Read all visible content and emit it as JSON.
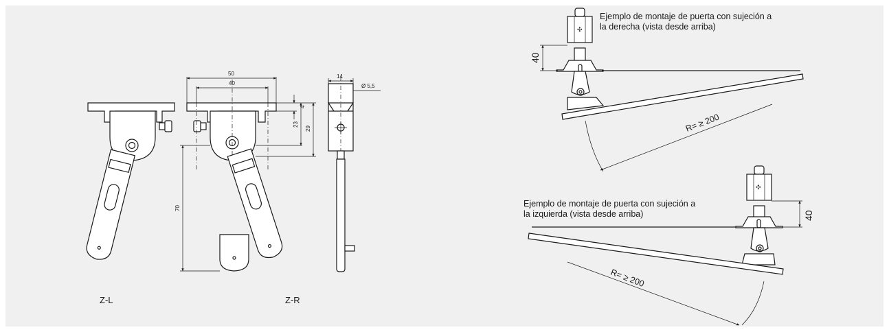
{
  "dimensions": {
    "d50": "50",
    "d40": "40",
    "d14": "14",
    "d_hole": "Ø 5,5",
    "d4": "4",
    "d23": "23",
    "d29": "29",
    "d70": "70",
    "mount_gap_top": "40",
    "mount_gap_bottom": "40"
  },
  "labels": {
    "left_hinge": "Z-L",
    "right_hinge": "Z-R"
  },
  "examples": {
    "right": {
      "line1": "Ejemplo de montaje de puerta con sujeción a",
      "line2": "la derecha (vista desde arriba)",
      "radius": "R= ≥ 200"
    },
    "left": {
      "line1": "Ejemplo de montaje de puerta con sujeción a",
      "line2": "la izquierda (vista desde arriba)",
      "radius": "R= ≥ 200"
    }
  },
  "colors": {
    "panel": "#f0f0f0",
    "line": "#1a1a1a"
  }
}
